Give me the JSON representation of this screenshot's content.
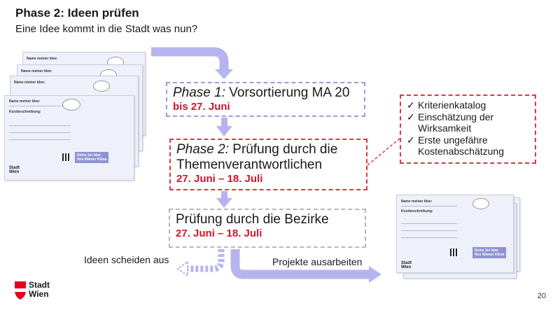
{
  "header": {
    "title": "Phase 2: Ideen prüfen",
    "subtitle": "Eine Idee kommt in die Stadt was nun?"
  },
  "phases": [
    {
      "prefix": "Phase 1:",
      "title": "Vorsortierung MA 20",
      "date": "bis 27. Juni"
    },
    {
      "prefix": "Phase 2:",
      "title_line1": "Prüfung durch die",
      "title_line2": "Themenverantwortlichen",
      "date": "27. Juni – 18. Juli"
    },
    {
      "title": "Prüfung durch die Bezirke",
      "date": "27. Juni – 18. Juli"
    }
  ],
  "criteria": {
    "check_glyph": "✓",
    "items": [
      {
        "line1": "Kriterienkatalog"
      },
      {
        "line1": "Einschätzung der",
        "line2": "Wirksamkeit"
      },
      {
        "line1": "Erste ungefähre",
        "line2": "Kostenabschätzung"
      }
    ]
  },
  "flow_labels": {
    "rejected": "Ideen scheiden aus",
    "projects": "Projekte ausarbeiten"
  },
  "logo": {
    "line1": "Stadt",
    "line2": "Wien"
  },
  "page_number": "20",
  "colors": {
    "accent_red": "#d0162a",
    "arrow_lavender": "#b5b4ef",
    "box_phase1": "#9b9bdc",
    "box_phase2": "#e2353f",
    "box_phase3": "#b8b8b8"
  }
}
